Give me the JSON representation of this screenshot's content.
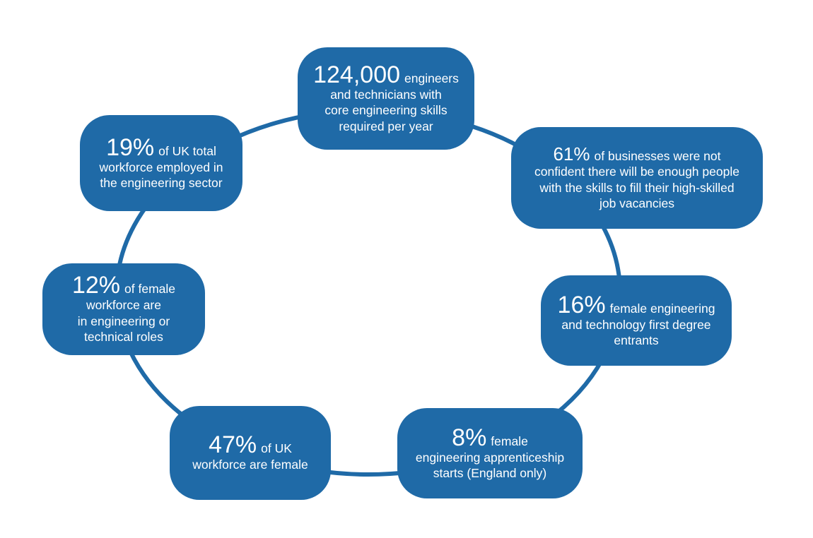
{
  "stats": [
    {
      "figure": "124,000",
      "line1": "engineers",
      "rest": [
        "and technicians with",
        "core engineering skills",
        "required per year"
      ]
    },
    {
      "figure": "61%",
      "line1": "of businesses were not",
      "rest": [
        "confident there will be enough people",
        "with the skills to fill their high-skilled",
        "job vacancies"
      ]
    },
    {
      "figure": "16%",
      "line1": "female engineering",
      "rest": [
        "and technology first degree",
        "entrants"
      ]
    },
    {
      "figure": "8%",
      "line1": "female",
      "rest": [
        "engineering apprenticeship",
        "starts (England only)"
      ]
    },
    {
      "figure": "47%",
      "line1": "of UK",
      "rest": [
        "workforce are female"
      ]
    },
    {
      "figure": "12%",
      "line1": "of female",
      "rest": [
        "workforce are",
        "in engineering or",
        "technical roles"
      ]
    },
    {
      "figure": "19%",
      "line1": "of UK total",
      "rest": [
        "workforce employed in",
        "the engineering sector"
      ]
    }
  ],
  "colors": {
    "box": "#1f6aa7",
    "ring": "#1f6aa7",
    "text": "#ffffff"
  }
}
